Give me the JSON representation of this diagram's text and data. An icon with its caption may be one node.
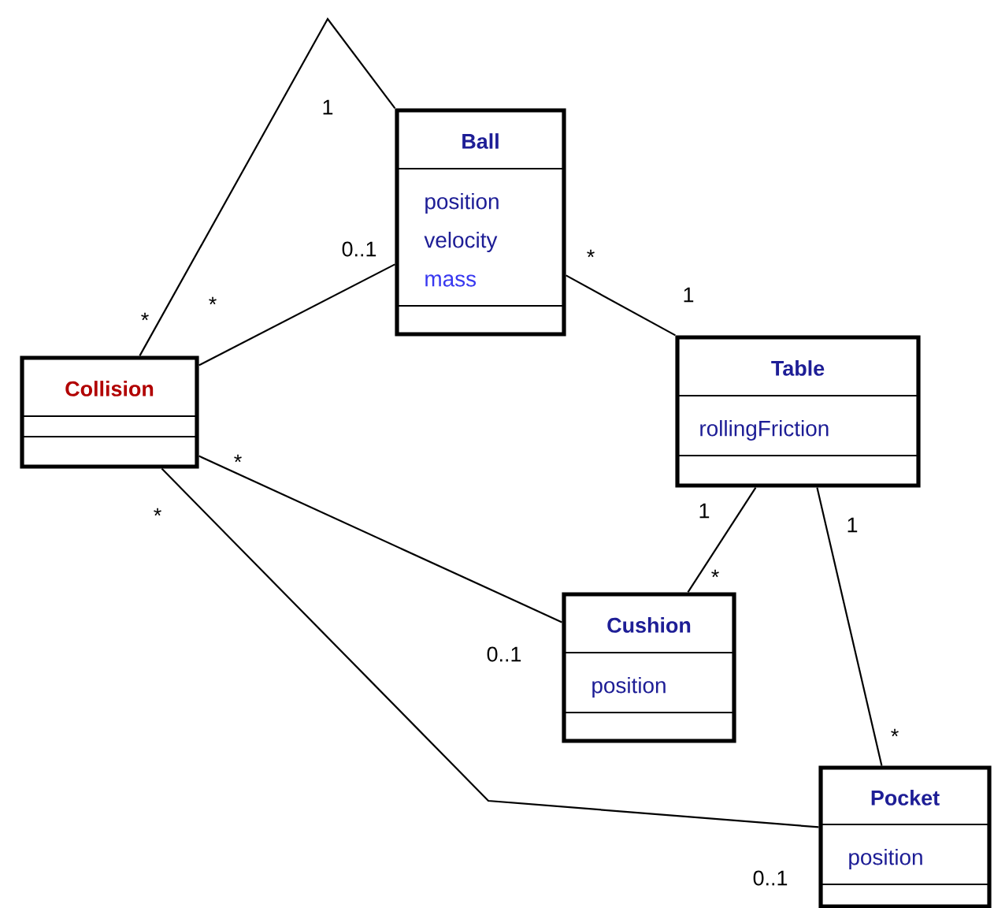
{
  "diagram": {
    "nodes": [
      {
        "text": [
          "Ball",
          "position",
          "velocity",
          "mass"
        ]
      },
      {
        "text": [
          "Collision"
        ]
      },
      {
        "text": [
          "Table",
          "rollingFriction"
        ]
      },
      {
        "text": [
          "Cushion",
          "position"
        ]
      },
      {
        "text": [
          "Pocket",
          "position"
        ]
      }
    ],
    "edges": [
      {
        "from": 1,
        "to": 0,
        "arrow": "none"
      },
      {
        "from": 1,
        "to": 0,
        "arrow": "none"
      },
      {
        "from": 0,
        "to": 2,
        "arrow": "none"
      },
      {
        "from": 1,
        "to": 3,
        "arrow": "none"
      },
      {
        "from": 2,
        "to": 3,
        "arrow": "none"
      },
      {
        "from": 2,
        "to": 4,
        "arrow": "none"
      },
      {
        "from": 1,
        "to": 4,
        "arrow": "none"
      }
    ],
    "labels": [
      "1",
      "0..1",
      "*",
      "1",
      "*",
      "*",
      "*",
      "1",
      "*",
      "1",
      "*",
      "0..1",
      "*",
      "0..1"
    ]
  }
}
